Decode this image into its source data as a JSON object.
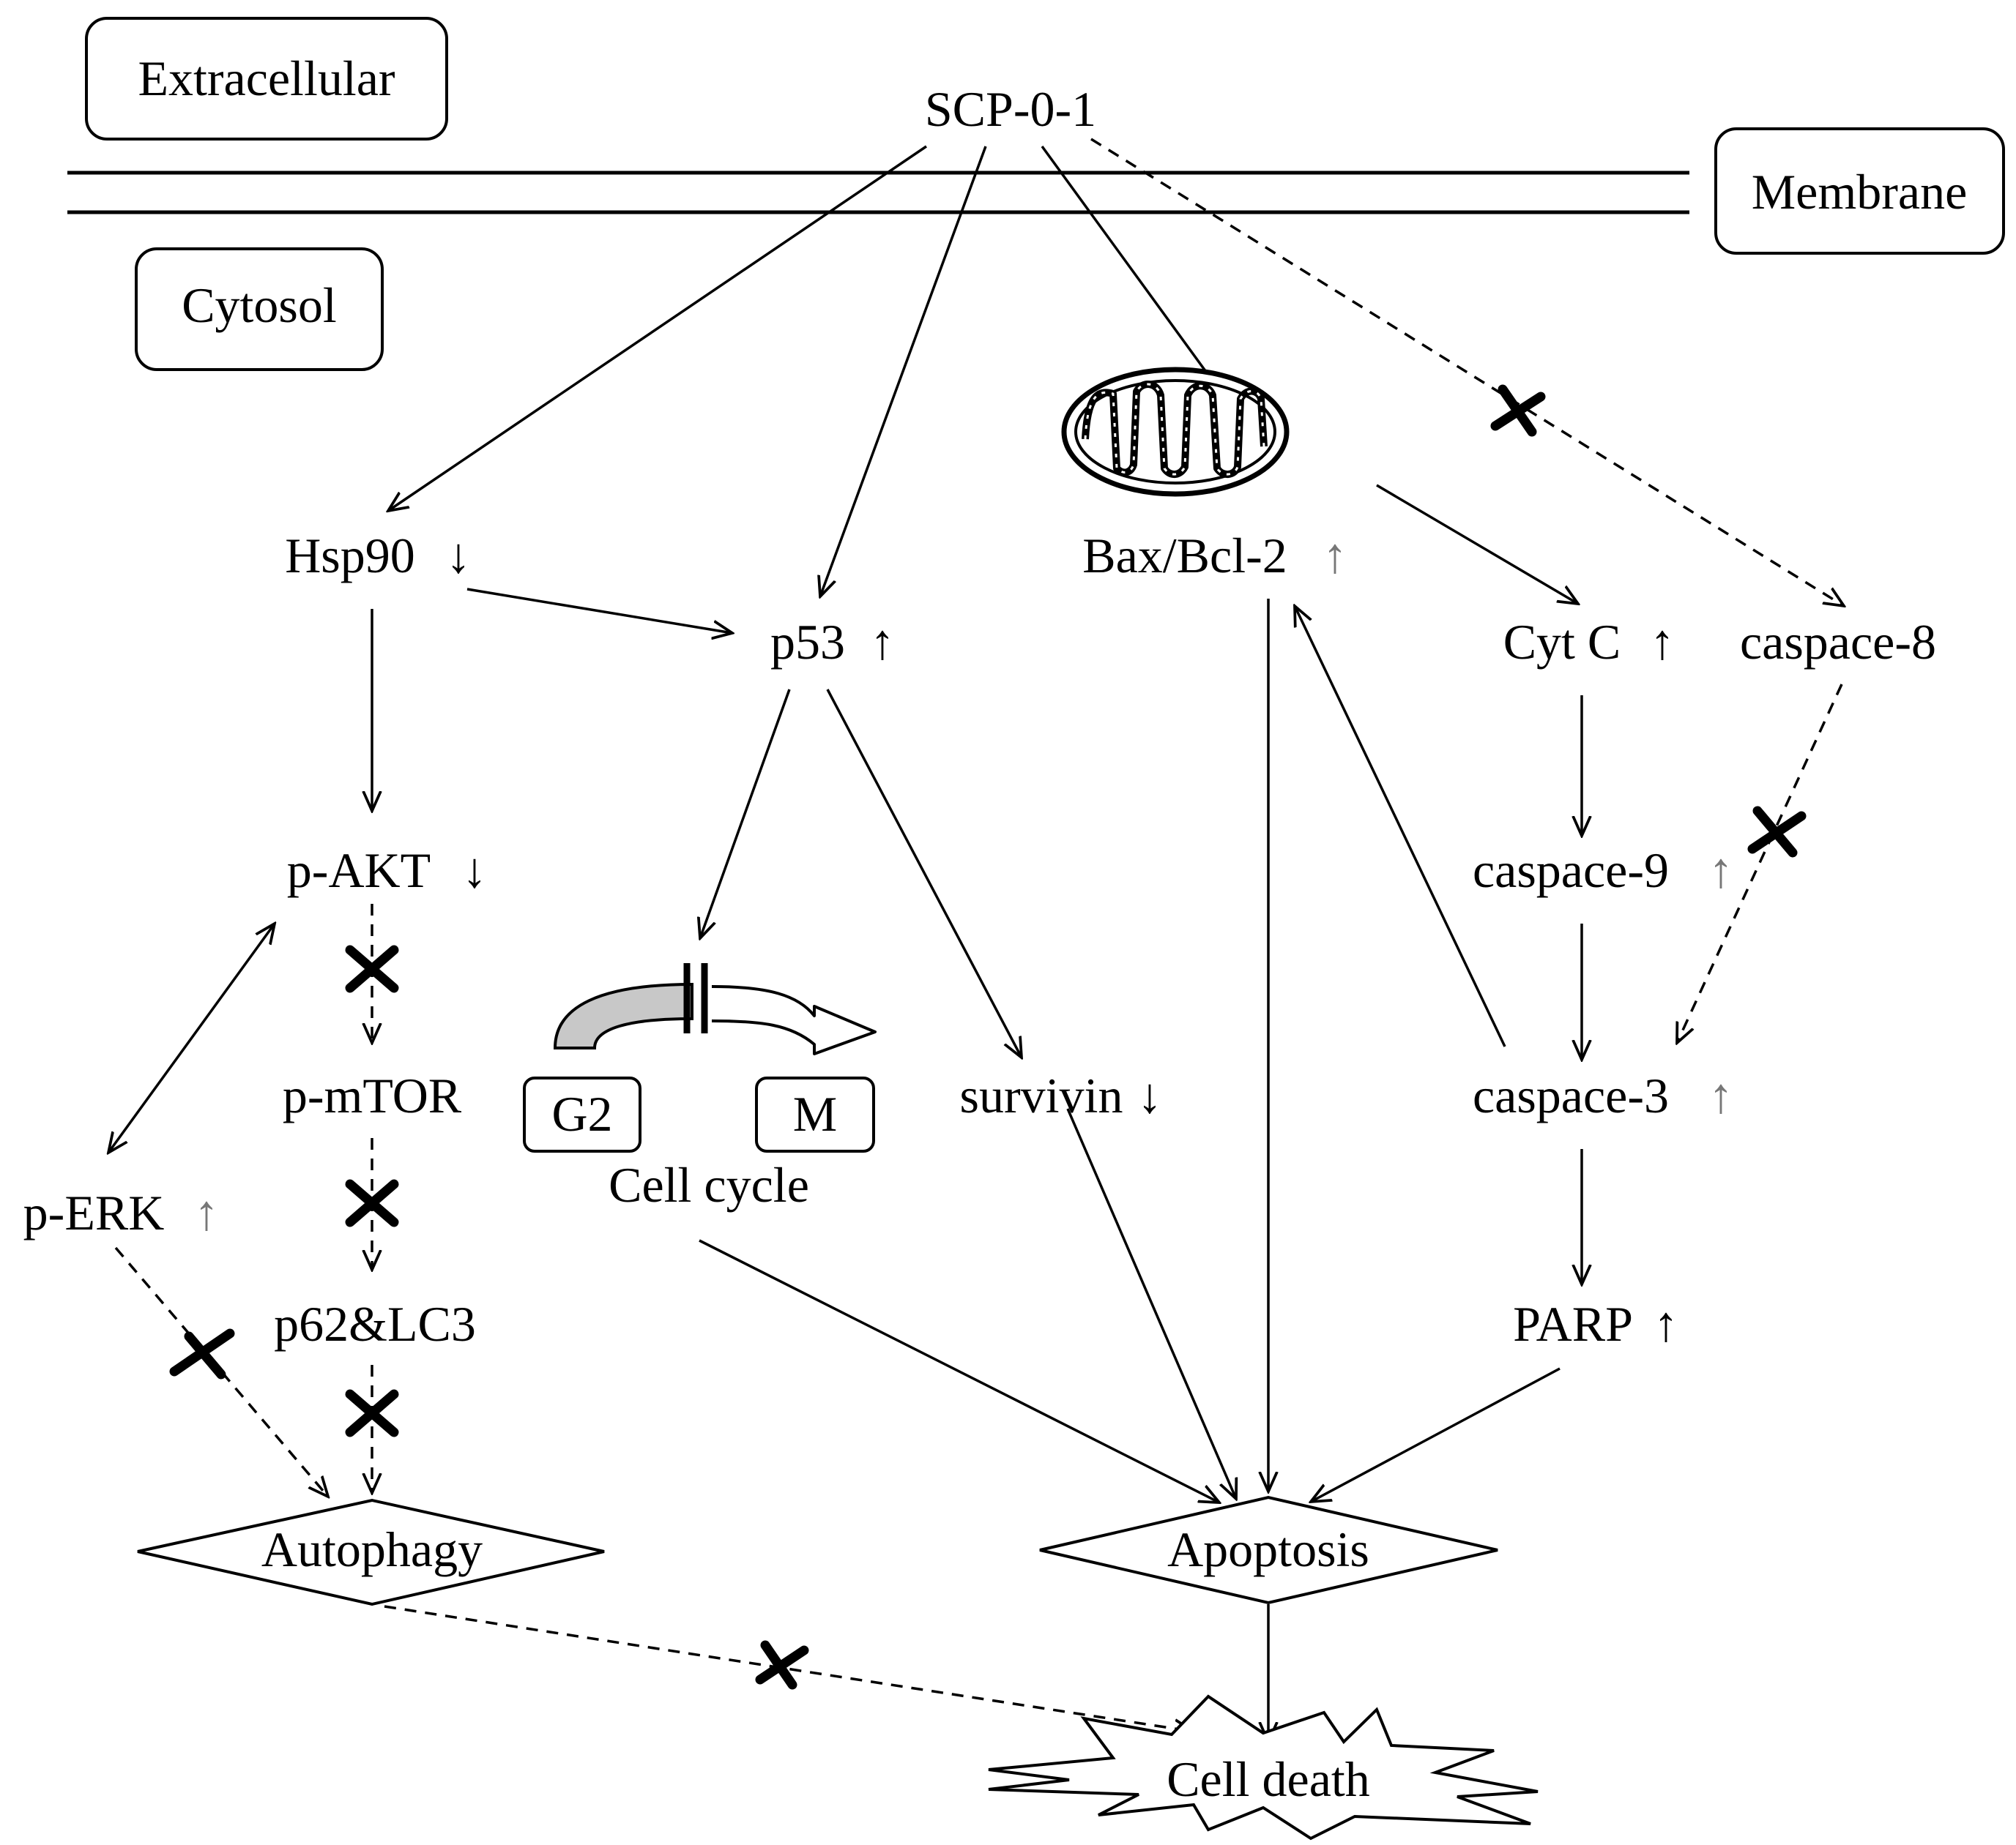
{
  "regions": {
    "extracellular": "Extracellular",
    "membrane": "Membrane",
    "cytosol": "Cytosol"
  },
  "nodes": {
    "scp": "SCP-0-1",
    "hsp90": "Hsp90",
    "p53": "p53",
    "bax_bcl2": "Bax/Bcl-2",
    "cytc": "Cyt C",
    "caspase8": "caspace-8",
    "pakt": "p-AKT",
    "caspase9": "caspace-9",
    "pmtor": "p-mTOR",
    "survivin": "survivin",
    "caspase3": "caspace-3",
    "perk": "p-ERK",
    "p62lc3": "p62&LC3",
    "parp": "PARP",
    "autophagy": "Autophagy",
    "apoptosis": "Apoptosis",
    "cell_death": "Cell death"
  },
  "cell_cycle": {
    "g2": "G2",
    "m": "M",
    "label": "Cell cycle"
  },
  "indicators": {
    "up": "↑",
    "down": "↓"
  }
}
